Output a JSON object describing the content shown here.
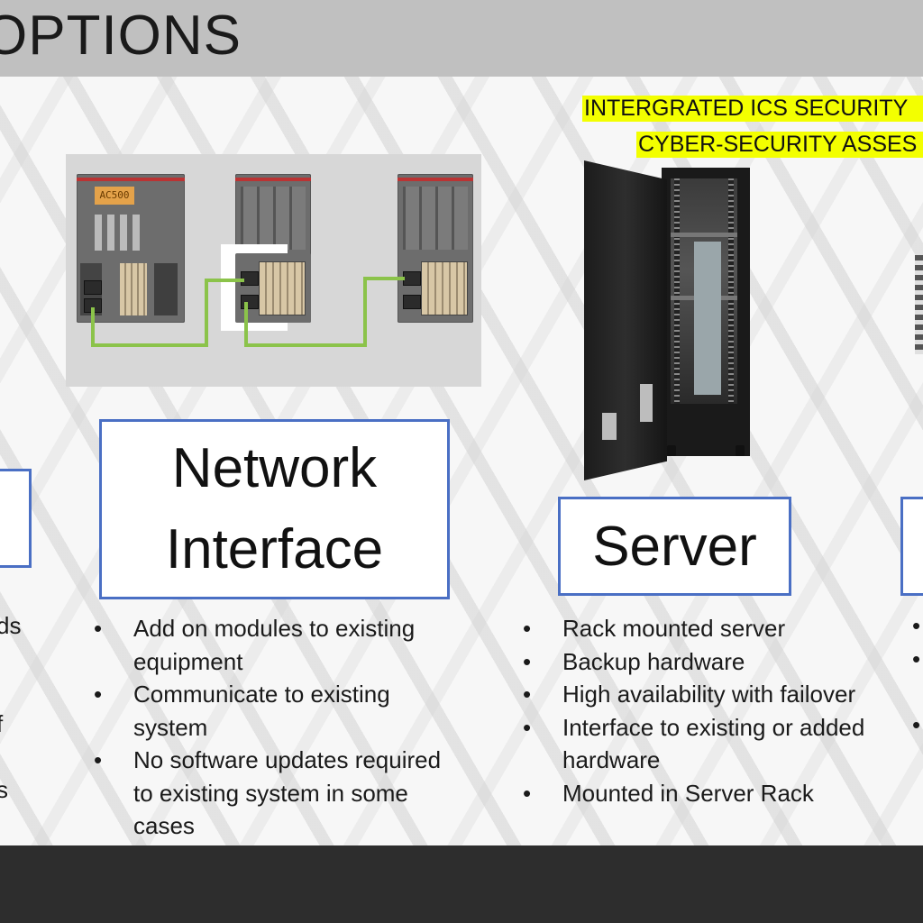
{
  "slide": {
    "title": "OPTIONS",
    "highlight_line1": "INTERGRATED ICS SECURITY",
    "highlight_line2": "CYBER-SECURITY ASSES",
    "plc_display_text": "AC500"
  },
  "options": [
    {
      "heading": "Network Interface",
      "heading_line1": "Network",
      "heading_line2": "Interface",
      "bullets": [
        "Add on modules to existing equipment",
        "Communicate to existing system",
        "No software updates required to existing system in some cases"
      ]
    },
    {
      "heading": "Server",
      "bullets": [
        "Rack mounted server",
        "Backup hardware",
        "High availability with failover",
        "Interface to existing or added hardware",
        "Mounted in Server Rack"
      ]
    }
  ],
  "left_fragments": [
    "ds",
    "f",
    "s"
  ],
  "colors": {
    "title_bar": "#c0c0c0",
    "box_border": "#4a6fc4",
    "highlight": "#f3ff00",
    "bottom_bar": "#2d2d2d"
  }
}
